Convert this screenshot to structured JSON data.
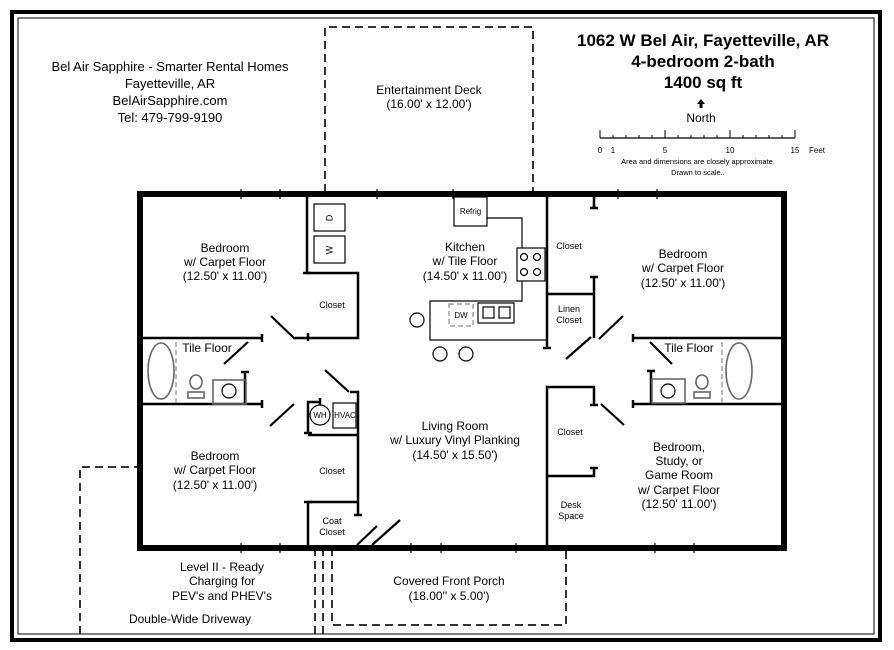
{
  "company": {
    "name": "Bel Air Sapphire - Smarter Rental Homes",
    "city": "Fayetteville, AR",
    "website": "BelAirSapphire.com",
    "phone": "Tel: 479-799-9190"
  },
  "property": {
    "address": "1062 W Bel Air, Fayetteville, AR",
    "layout": "4-bedroom 2-bath",
    "area": "1400 sq ft"
  },
  "compass": {
    "label": "North",
    "icon": "north-arrow-icon"
  },
  "scale_bar": {
    "ticks": [
      "0",
      "1",
      "5",
      "10",
      "15"
    ],
    "unit": "Feet",
    "note_line1": "Area and dimensions are closely approximate.",
    "note_line2": "Drawn to scale.."
  },
  "rooms": {
    "deck": {
      "name": "Entertainment Deck",
      "dims": "(16.00' x 12.00')"
    },
    "bedroom_nw": {
      "name": "Bedroom",
      "floor": "w/ Carpet Floor",
      "dims": "(12.50' x 11.00')"
    },
    "kitchen": {
      "name": "Kitchen",
      "floor": "w/ Tile Floor",
      "dims": "(14.50' x 11.00')"
    },
    "bedroom_ne": {
      "name": "Bedroom",
      "floor": "w/ Carpet Floor",
      "dims": "(12.50' x 11.00')"
    },
    "bath_w": {
      "floor": "Tile Floor"
    },
    "bath_e": {
      "floor": "Tile Floor"
    },
    "bedroom_sw": {
      "name": "Bedroom",
      "floor": "w/ Carpet Floor",
      "dims": "(12.50' x 11.00')"
    },
    "living": {
      "name": "Living Room",
      "floor": "w/ Luxury Vinyl Planking",
      "dims": "(14.50' x 15.50')"
    },
    "bedroom_se": {
      "line1": "Bedroom,",
      "line2": "Study, or",
      "line3": "Game Room",
      "floor": "w/ Carpet Floor",
      "dims": "(12.50' 11.00')"
    },
    "porch": {
      "name": "Covered Front Porch",
      "dims": "(18.00'' x 5.00')"
    },
    "driveway": {
      "name": "Double-Wide Driveway"
    },
    "charging": {
      "line1": "Level II - Ready",
      "line2": "Charging for",
      "line3": "PEV's and PHEV's"
    }
  },
  "closets": {
    "nw": "Closet",
    "kitchen_e": "Closet",
    "linen_1": "Linen",
    "linen_2": "Closet",
    "sw": "Closet",
    "coat_1": "Coat",
    "coat_2": "Closet",
    "se": "Closet",
    "desk_1": "Desk",
    "desk_2": "Space"
  },
  "appliances": {
    "dryer": "D",
    "washer": "W",
    "refrigerator": "Refrig",
    "dishwasher": "DW",
    "water_heater": "WH",
    "hvac": "HVAC"
  }
}
